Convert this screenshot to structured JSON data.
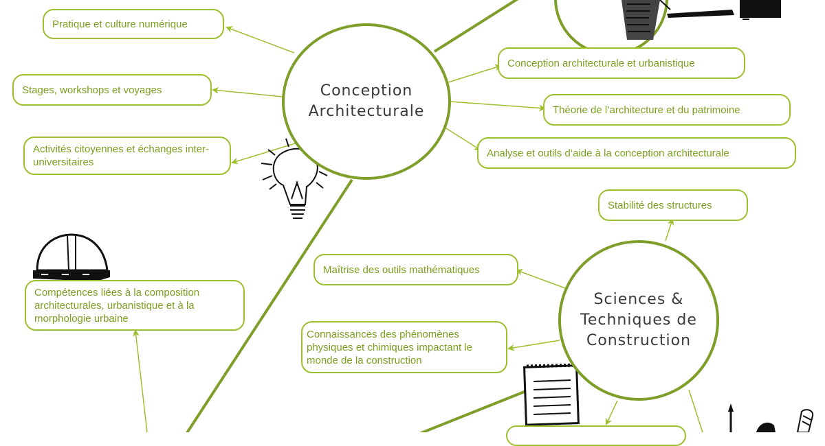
{
  "colors": {
    "hub_border": "#7e9e2a",
    "node_border": "#9cbf2e",
    "node_text": "#7aa01e",
    "hub_text": "#3a3a3a"
  },
  "hubs": {
    "conception": {
      "lines": [
        "Conception",
        "Architecturale"
      ]
    },
    "sciences": {
      "lines": [
        "Sciences &",
        "Techniques de",
        "Construction"
      ]
    }
  },
  "nodes": {
    "pratique": "Pratique et culture numérique",
    "stages": "Stages, workshops et voyages",
    "activites": "Activités citoyennes et échanges inter-universitaires",
    "conception_archi_urba": "Conception architecturale et urbanistique",
    "theorie": "Théorie de l’architecture et du patrimoine",
    "analyse": "Analyse et outils d’aide à la conception architecturale",
    "stabilite": "Stabilité des structures",
    "maitrise": "Maîtrise des outils mathématiques",
    "competences": "Compétences liées à la composition architecturales, urbanistique et à la morphologie urbaine",
    "connaissances": "Connaissances des phénomènes physiques et chimiques impactant le monde de la construction",
    "bottom_right": ""
  },
  "icons": {
    "lightbulb": "lightbulb-icon",
    "hard_hat": "hard-hat-icon",
    "notepad": "notepad-icon",
    "drafting_tools": "drafting-tools-icon",
    "pencil_cup": "pencil-cup-icon",
    "paintbrush": "paintbrush-icon"
  }
}
